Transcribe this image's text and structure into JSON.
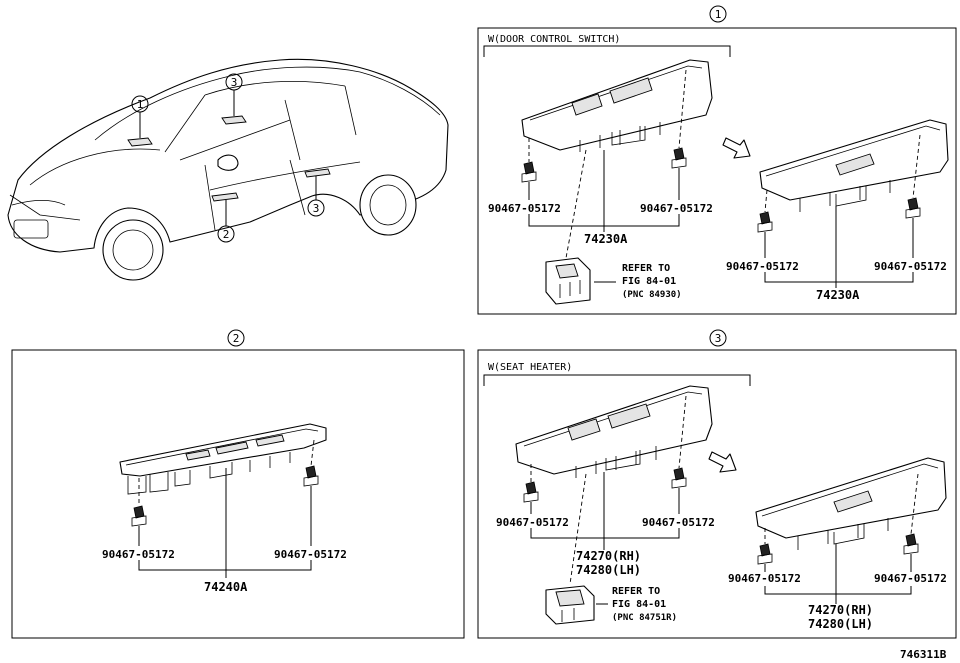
{
  "callouts": {
    "c1": "1",
    "c2": "2",
    "c3": "3"
  },
  "panel1": {
    "header": "W(DOOR CONTROL SWITCH)",
    "clip_left": "90467-05172",
    "clip_right": "90467-05172",
    "main_part": "74230A",
    "refer_l1": "REFER TO",
    "refer_l2": "FIG 84-01",
    "refer_l3": "(PNC 84930)",
    "alt_clip_left": "90467-05172",
    "alt_clip_right": "90467-05172",
    "alt_main_part": "74230A"
  },
  "panel2": {
    "clip_left": "90467-05172",
    "clip_right": "90467-05172",
    "main_part": "74240A"
  },
  "panel3": {
    "header": "W(SEAT HEATER)",
    "clip_left": "90467-05172",
    "clip_right": "90467-05172",
    "main_part_rh": "74270(RH)",
    "main_part_lh": "74280(LH)",
    "refer_l1": "REFER TO",
    "refer_l2": "FIG 84-01",
    "refer_l3": "(PNC 84751R)",
    "alt_clip_left": "90467-05172",
    "alt_clip_right": "90467-05172",
    "alt_main_part_rh": "74270(RH)",
    "alt_main_part_lh": "74280(LH)"
  },
  "figure_number": "746311B"
}
